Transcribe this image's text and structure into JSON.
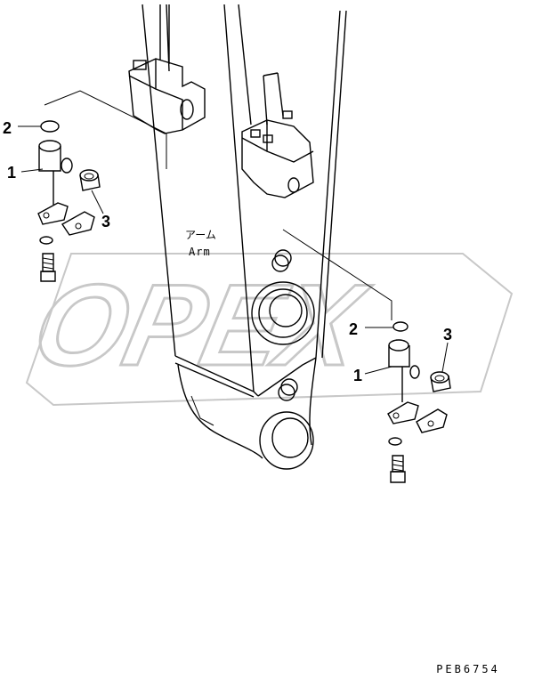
{
  "diagram": {
    "watermark": "OPEX",
    "arm_label_jp": "アーム",
    "arm_label_en": "Arm",
    "drawing_code": "PEB6754",
    "callouts": {
      "left_1": "1",
      "left_2": "2",
      "left_3": "3",
      "right_1": "1",
      "right_2": "2",
      "right_3": "3"
    }
  }
}
